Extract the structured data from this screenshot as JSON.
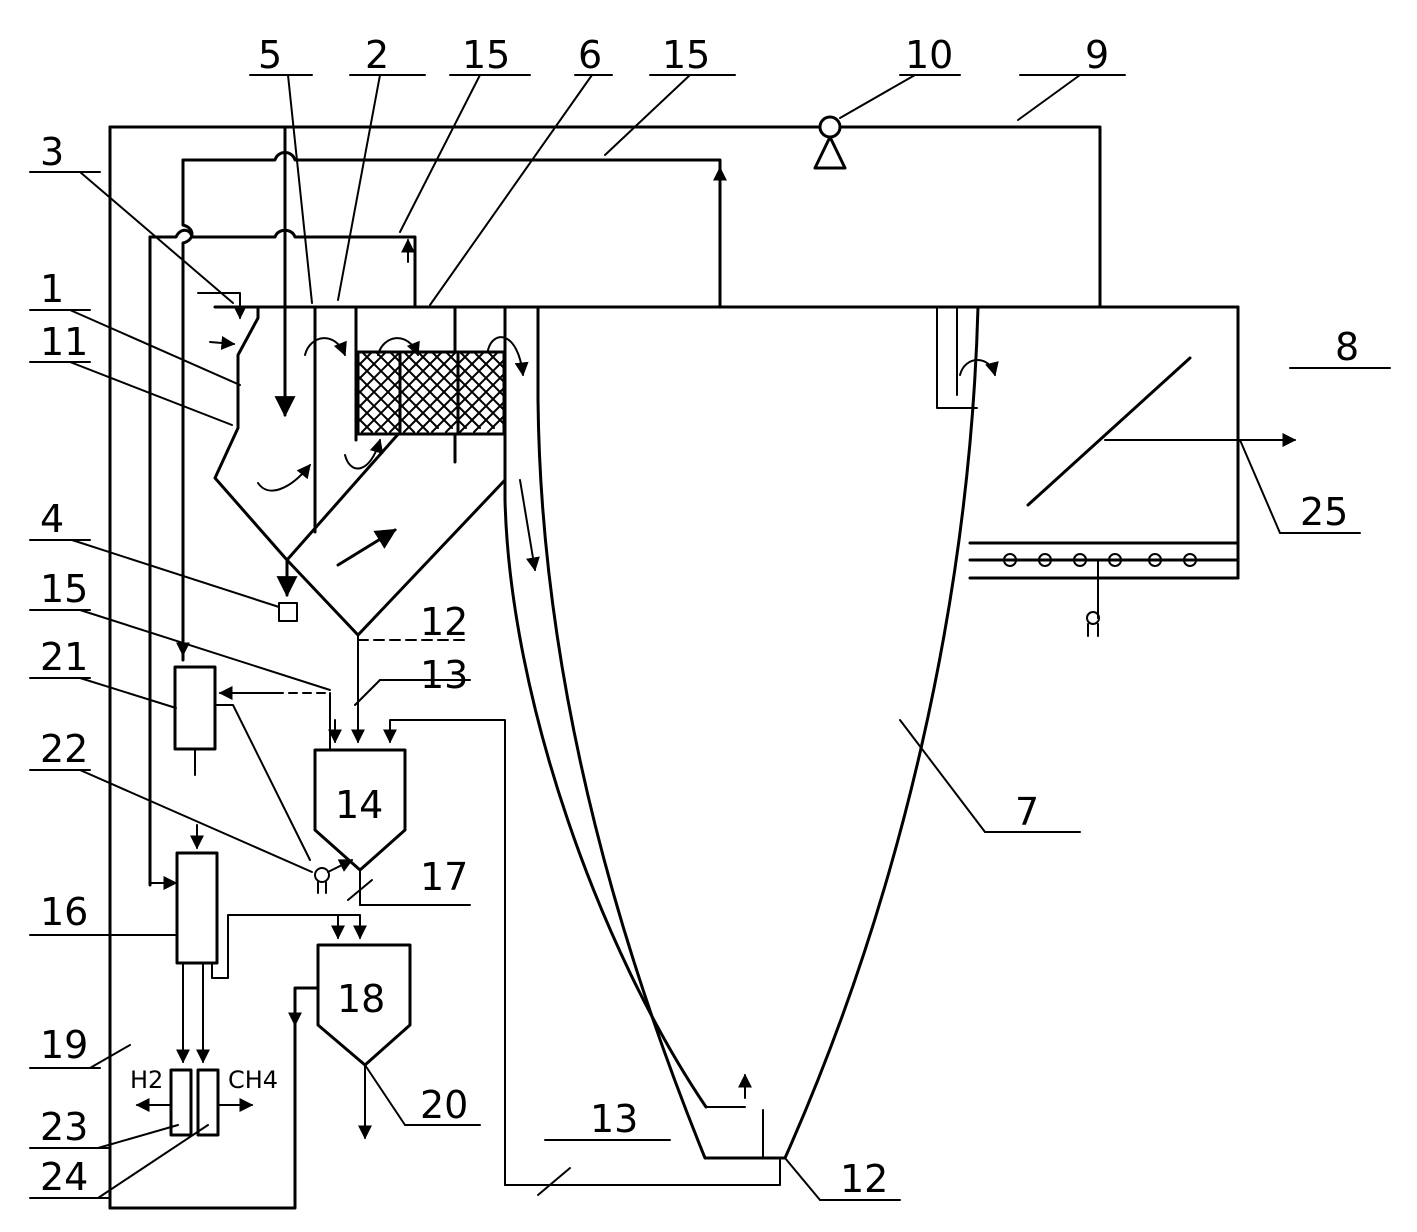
{
  "labels": {
    "n1_tank": "1",
    "n2": "2",
    "n3": "3",
    "n4": "4",
    "n5": "5",
    "n6": "6",
    "n7": "7",
    "n8": "8",
    "n9": "9",
    "n10": "10",
    "n11": "11",
    "n12_top": "12",
    "n12_bottom": "12",
    "n13_top": "13",
    "n13_bottom": "13",
    "n14": "14",
    "n15_a": "15",
    "n15_b": "15",
    "n15_c": "15",
    "n16": "16",
    "n17": "17",
    "n18": "18",
    "n19": "19",
    "n20": "20",
    "n21": "21",
    "n22": "22",
    "n23": "23",
    "n24": "24",
    "n25": "25"
  },
  "outputs": {
    "hydrogen": "H2",
    "methane": "CH4"
  }
}
